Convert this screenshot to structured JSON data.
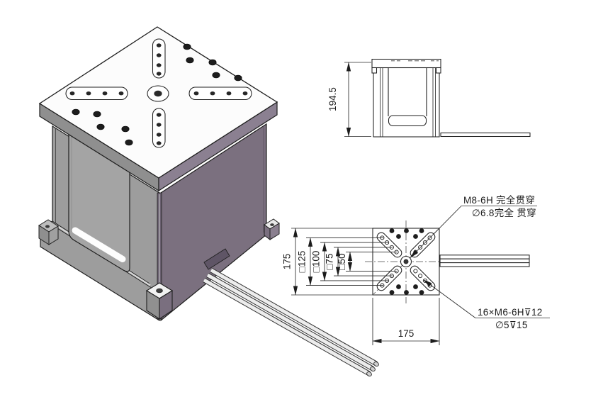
{
  "side_view": {
    "height_dim": "194.5"
  },
  "top_view": {
    "height_dim": "175",
    "width_dim": "175",
    "square_dims": [
      "□125",
      "□100",
      "□75",
      "□50"
    ]
  },
  "callouts": {
    "m8": {
      "line1": "M8-6H 完全贯穿",
      "line2": "∅6.8完全 贯穿"
    },
    "m6": {
      "line1": "16×M6-6H⊽12",
      "line2": "∅5⊽15"
    }
  },
  "colors": {
    "top_face": "#fcfcfc",
    "left_face": "#9d9d9d",
    "right_face": "#7b707f",
    "plate_left_edge": "#8f8f8f",
    "plate_right_edge": "#8b8091",
    "front_corner": "#6a6070",
    "notch": "#5f5566",
    "window": "#a4a4a4",
    "ear_top": "#f2f2f2",
    "cable": "#ececec",
    "line": "#1f1f1f"
  }
}
